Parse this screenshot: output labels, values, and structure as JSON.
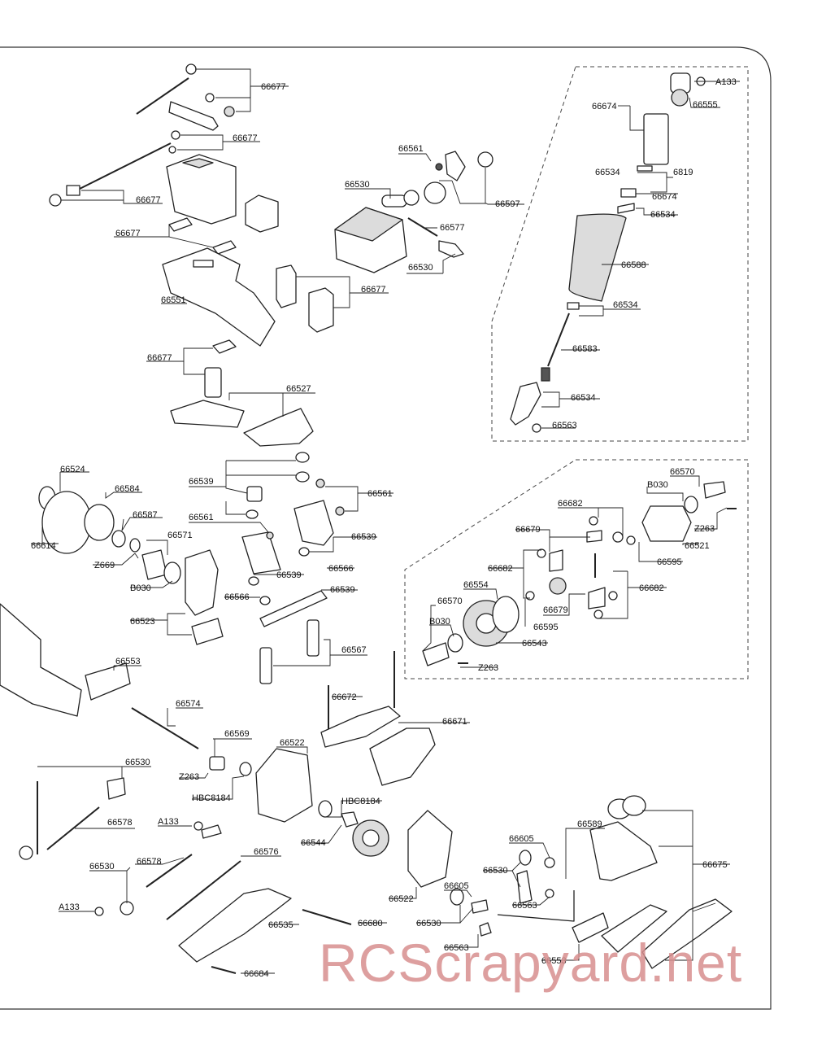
{
  "watermark": "RCScrapyard.net",
  "labels": {
    "a": "66677",
    "b": "66677",
    "c": "66677",
    "d": "66677",
    "e": "66551",
    "f": "66677",
    "g": "66677",
    "h": "66561",
    "i": "66530",
    "j": "66597",
    "k": "66577",
    "l": "66530",
    "m": "66527",
    "n": "A133",
    "o": "66674",
    "p": "66555",
    "q": "66534",
    "r": "6819",
    "s": "66674",
    "t": "66534",
    "u": "66588",
    "v": "66534",
    "w": "66583",
    "x": "66534",
    "y": "66563",
    "z1": "66524",
    "z2": "66584",
    "z3": "66587",
    "z4": "66614",
    "z5": "66571",
    "z6": "Z669",
    "z7": "B030",
    "z8": "66523",
    "y1": "66539",
    "y2": "66561",
    "y3": "66561",
    "y4": "66539",
    "y5": "66539",
    "y6": "66566",
    "y7": "66566",
    "y8": "66539",
    "y9": "66567",
    "x1": "66570",
    "x2": "B030",
    "x3": "66682",
    "x4": "66679",
    "x5": "Z263",
    "x6": "66521",
    "x7": "66595",
    "x8": "66682",
    "x9": "66554",
    "x10": "66682",
    "x11": "66570",
    "x12": "66679",
    "x13": "B030",
    "x14": "66595",
    "x15": "66543",
    "x16": "Z263",
    "w1": "66553",
    "w2": "66574",
    "w3": "66672",
    "w4": "66671",
    "w5": "66569",
    "w6": "66522",
    "w7": "Z263",
    "w8": "HBC8184",
    "w9": "HBC8184",
    "w10": "66544",
    "w11": "66530",
    "w12": "66578",
    "w13": "A133",
    "w14": "66576",
    "w15": "66578",
    "w16": "66530",
    "w17": "66535",
    "w18": "66680",
    "w19": "A133",
    "w20": "66684",
    "w21": "66522",
    "w22": "66605",
    "w23": "66605",
    "w24": "66530",
    "w25": "66530",
    "w26": "66563",
    "w27": "66563",
    "w28": "66589",
    "w29": "66675",
    "w30": "66553"
  }
}
